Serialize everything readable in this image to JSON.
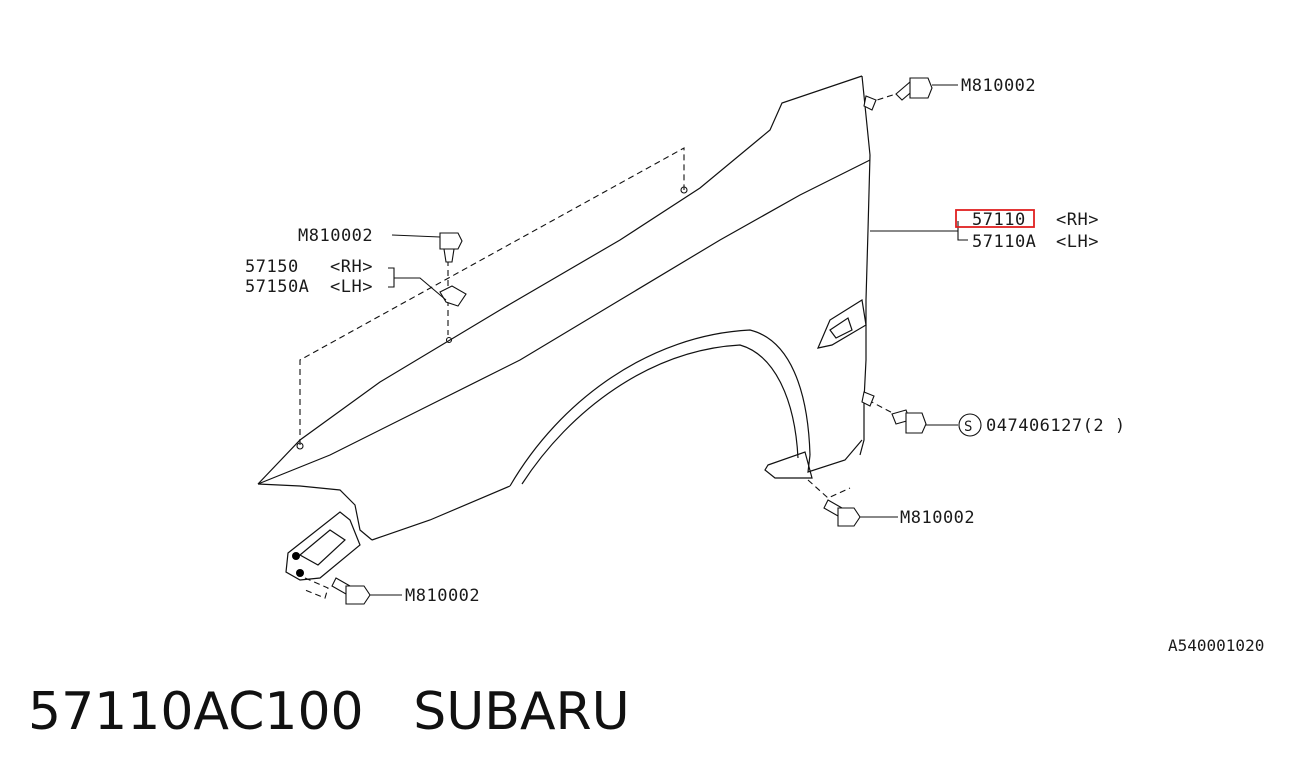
{
  "labels": {
    "bolt_top_right": "M810002",
    "fender_rh": "57110",
    "fender_rh_side": "<RH>",
    "fender_lh": "57110A",
    "fender_lh_side": "<LH>",
    "bolt_top_left": "M810002",
    "clip_rh": "57150",
    "clip_rh_side": "<RH>",
    "clip_lh": "57150A",
    "clip_lh_side": "<LH>",
    "screw_mark": "S",
    "screw_part": "047406127(2 )",
    "bolt_rear_lower": "M810002",
    "bolt_front_lower": "M810002",
    "diagram_code": "A540001020"
  },
  "caption": {
    "part_number": "57110AC100",
    "brand": "SUBARU"
  },
  "colors": {
    "line": "#111111",
    "highlight": "#e02020"
  }
}
